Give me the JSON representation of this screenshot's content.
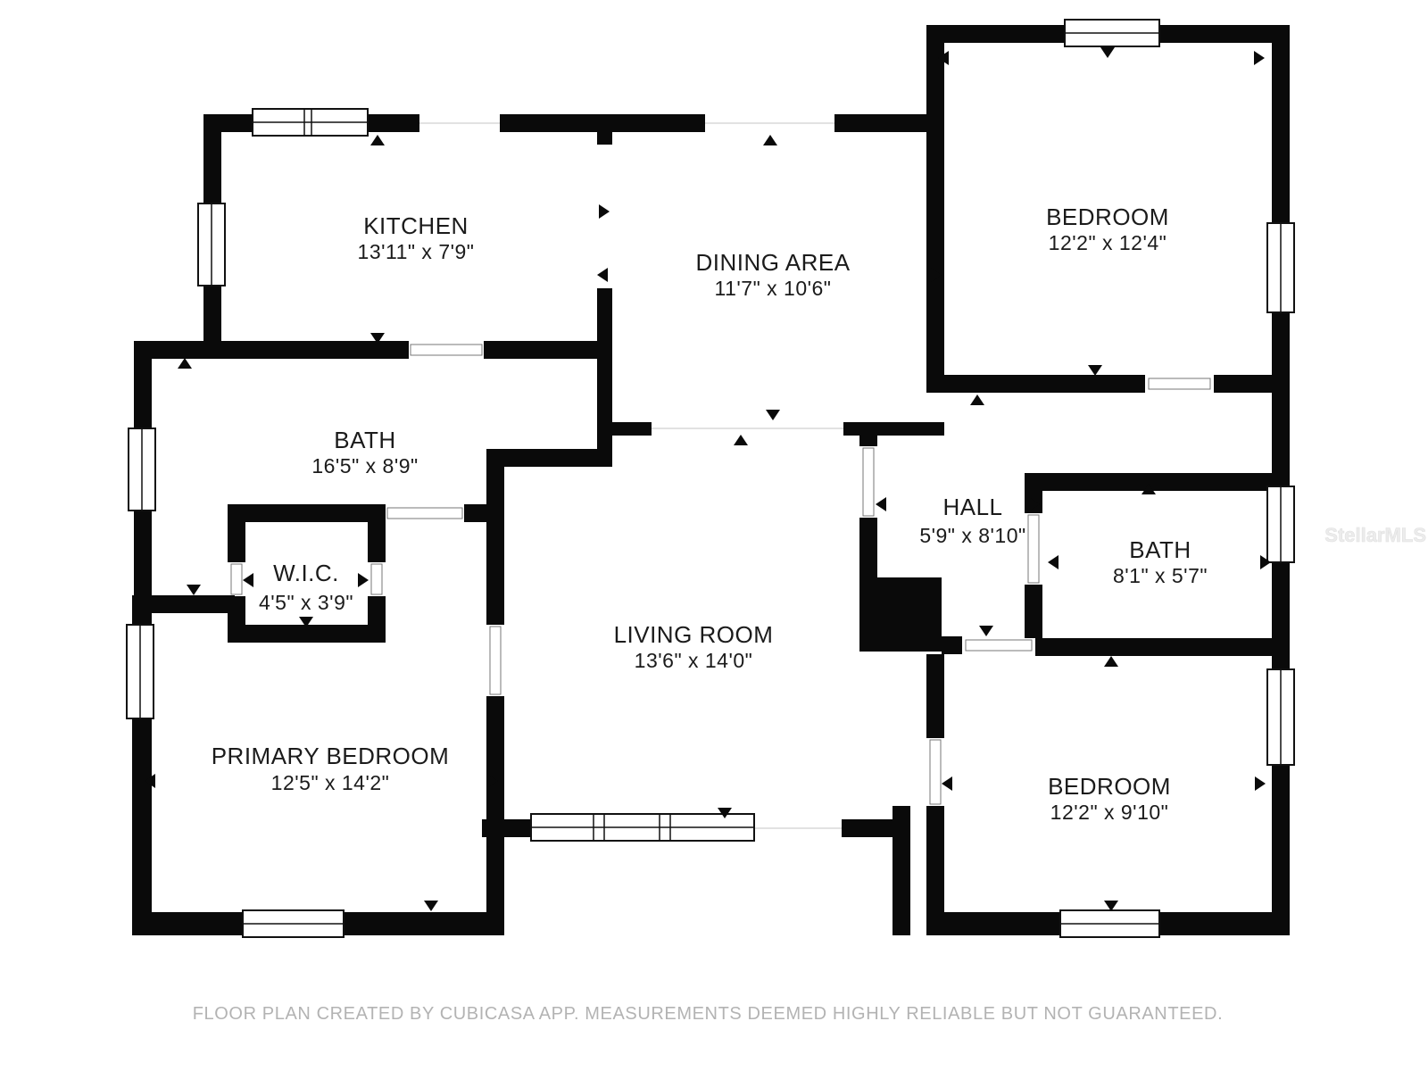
{
  "plan": {
    "rooms": [
      {
        "name": "KITCHEN",
        "dims": "13'11\" x 7'9\""
      },
      {
        "name": "DINING AREA",
        "dims": "11'7\" x 10'6\""
      },
      {
        "name": "BEDROOM",
        "dims": "12'2\" x 12'4\""
      },
      {
        "name": "BATH",
        "dims": "16'5\" x 8'9\""
      },
      {
        "name": "W.I.C.",
        "dims": "4'5\" x 3'9\""
      },
      {
        "name": "HALL",
        "dims": "5'9\" x 8'10\""
      },
      {
        "name": "BATH",
        "dims": "8'1\" x 5'7\""
      },
      {
        "name": "LIVING ROOM",
        "dims": "13'6\" x 14'0\""
      },
      {
        "name": "PRIMARY BEDROOM",
        "dims": "12'5\" x 14'2\""
      },
      {
        "name": "BEDROOM",
        "dims": "12'2\" x 9'10\""
      }
    ],
    "footer": "FLOOR PLAN CREATED BY CUBICASA APP. MEASUREMENTS DEEMED HIGHLY RELIABLE BUT NOT GUARANTEED.",
    "watermark": "StellarMLS",
    "colors": {
      "wall": "#0a0a0a",
      "label_text": "#1b1b1b",
      "footer_text": "#b3b3b3",
      "watermark": "#ececec",
      "background": "#ffffff"
    }
  }
}
